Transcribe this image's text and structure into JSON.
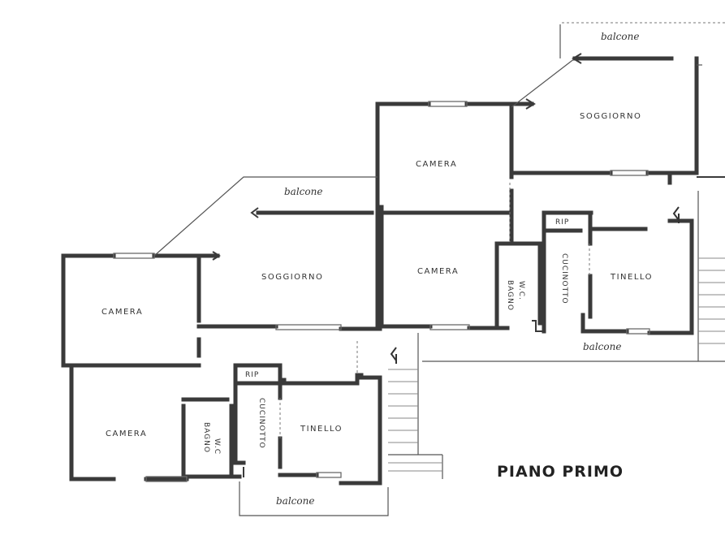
{
  "title": "PIANO PRIMO",
  "rooms": {
    "left_unit": {
      "camera_1": "CAMERA",
      "camera_2": "CAMERA",
      "soggiorno": "SOGGIORNO",
      "bagno": "BAGNO",
      "wc": "W.C",
      "cucinotto": "CUCINOTTO",
      "rip": "RIP",
      "tinello": "TINELLO"
    },
    "right_unit": {
      "camera_1": "CAMERA",
      "camera_2": "CAMERA",
      "soggiorno": "SOGGIORNO",
      "bagno": "BAGNO",
      "wc": "W.C.",
      "cucinotto": "CUCINOTTO",
      "rip": "RIP",
      "tinello": "TINELLO"
    }
  },
  "balconies": {
    "top_right": "balcone",
    "mid_left": "balcone",
    "bottom_right": "balcone",
    "bottom_left": "balcone"
  },
  "colors": {
    "ink": "#3a3a3a",
    "paper": "#ffffff"
  }
}
